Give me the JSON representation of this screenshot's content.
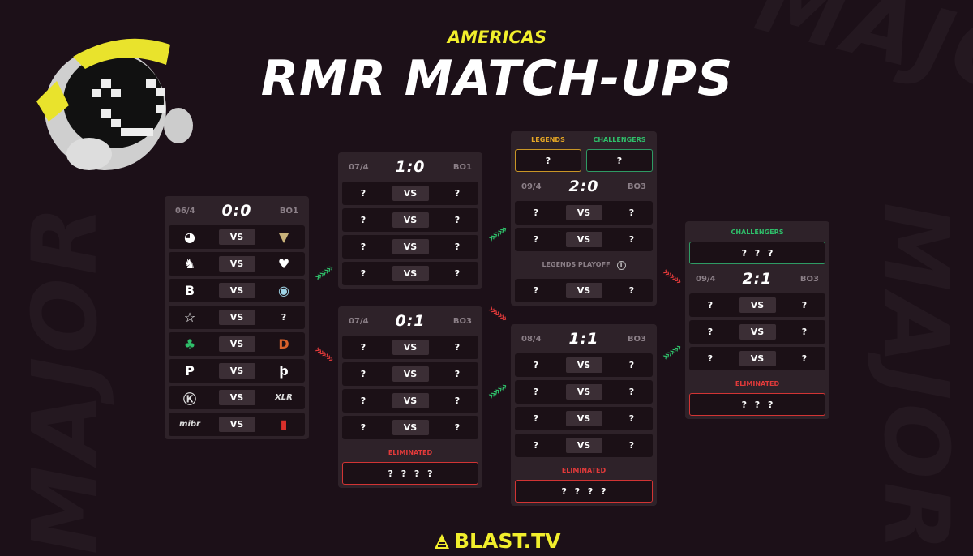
{
  "header": {
    "region": "AMERICAS",
    "title": "RMR MATCH-UPS"
  },
  "watermark": "MAJOR",
  "brand": {
    "name": "BLAST.TV",
    "color": "#f1ee2c"
  },
  "colors": {
    "legends": "#e6a724",
    "challengers": "#2fbf6a",
    "eliminated": "#e23a3a",
    "advance_arrow": "#2fbf6a",
    "drop_arrow": "#e23a3a"
  },
  "stages": {
    "s00": {
      "date": "06/4",
      "record": "0:0",
      "format": "BO1",
      "matches": [
        {
          "left": "furia-logo",
          "vs": "VS",
          "right": "v-shield-logo"
        },
        {
          "left": "liquid-horse-logo",
          "vs": "VS",
          "right": "broken-heart-logo"
        },
        {
          "left": "b-logo",
          "vs": "VS",
          "right": "eye-circle-logo"
        },
        {
          "left": "star-logo",
          "vs": "VS",
          "right": "?"
        },
        {
          "left": "green-shield-logo",
          "vs": "VS",
          "right": "orange-d-logo"
        },
        {
          "left": "pain-logo",
          "vs": "VS",
          "right": "p-logo"
        },
        {
          "left": "k-circle-logo",
          "vs": "VS",
          "right": "xlr-logo"
        },
        {
          "left": "mibr-logo",
          "vs": "VS",
          "right": "flamengo-logo"
        }
      ]
    },
    "s10": {
      "date": "07/4",
      "record": "1:0",
      "format": "BO1",
      "matches": [
        {
          "left": "?",
          "vs": "VS",
          "right": "?"
        },
        {
          "left": "?",
          "vs": "VS",
          "right": "?"
        },
        {
          "left": "?",
          "vs": "VS",
          "right": "?"
        },
        {
          "left": "?",
          "vs": "VS",
          "right": "?"
        }
      ]
    },
    "s01": {
      "date": "07/4",
      "record": "0:1",
      "format": "BO3",
      "matches": [
        {
          "left": "?",
          "vs": "VS",
          "right": "?"
        },
        {
          "left": "?",
          "vs": "VS",
          "right": "?"
        },
        {
          "left": "?",
          "vs": "VS",
          "right": "?"
        },
        {
          "left": "?",
          "vs": "VS",
          "right": "?"
        }
      ],
      "eliminated_label": "ELIMINATED",
      "eliminated": "? ? ? ?"
    },
    "s20": {
      "legends_label": "LEGENDS",
      "legends": "?",
      "challengers_label": "CHALLENGERS",
      "challengers": "?",
      "date": "09/4",
      "record": "2:0",
      "format": "BO3",
      "matches": [
        {
          "left": "?",
          "vs": "VS",
          "right": "?"
        },
        {
          "left": "?",
          "vs": "VS",
          "right": "?"
        }
      ],
      "playoff_label": "LEGENDS PLAYOFF",
      "playoff_match": {
        "left": "?",
        "vs": "VS",
        "right": "?"
      }
    },
    "s11": {
      "date": "08/4",
      "record": "1:1",
      "format": "BO3",
      "matches": [
        {
          "left": "?",
          "vs": "VS",
          "right": "?"
        },
        {
          "left": "?",
          "vs": "VS",
          "right": "?"
        },
        {
          "left": "?",
          "vs": "VS",
          "right": "?"
        },
        {
          "left": "?",
          "vs": "VS",
          "right": "?"
        }
      ],
      "eliminated_label": "ELIMINATED",
      "eliminated": "? ? ? ?"
    },
    "s21": {
      "challengers_label": "CHALLENGERS",
      "challengers": "? ? ?",
      "date": "09/4",
      "record": "2:1",
      "format": "BO3",
      "matches": [
        {
          "left": "?",
          "vs": "VS",
          "right": "?"
        },
        {
          "left": "?",
          "vs": "VS",
          "right": "?"
        },
        {
          "left": "?",
          "vs": "VS",
          "right": "?"
        }
      ],
      "eliminated_label": "ELIMINATED",
      "eliminated": "? ? ?"
    }
  }
}
